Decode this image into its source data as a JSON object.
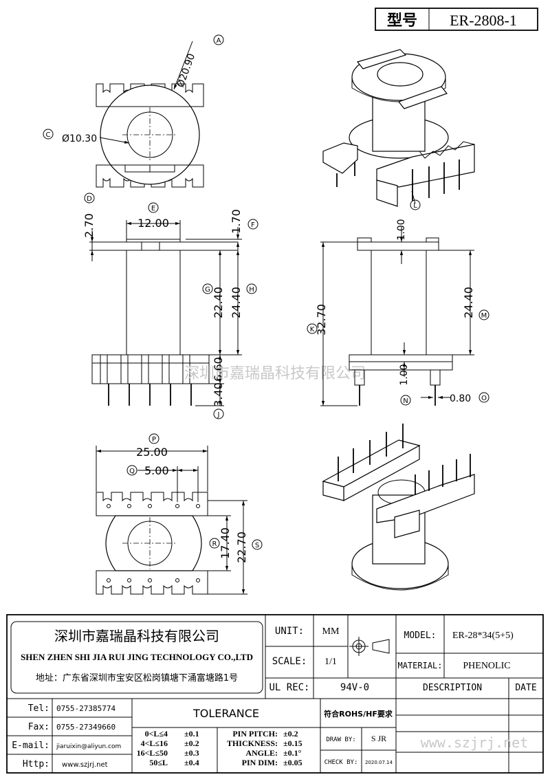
{
  "model_box": {
    "label": "型号",
    "value": "ER-2808-1"
  },
  "view_top": {
    "callout_a": "A",
    "callout_c": "C",
    "dim_outer": "Ø20.90",
    "dim_inner": "Ø10.30"
  },
  "view_front": {
    "callout_d": "D",
    "callout_e": "E",
    "callout_f": "F",
    "callout_g": "G",
    "callout_h": "H",
    "callout_j": "J",
    "dim_d": "2.70",
    "dim_e": "12.00",
    "dim_f": "1.70",
    "dim_g": "22.40",
    "dim_h": "24.40",
    "dim_j1": "6.60",
    "dim_j2": "3.40"
  },
  "view_side": {
    "callout_k": "K",
    "callout_l": "L",
    "callout_m": "M",
    "callout_n": "N",
    "callout_o": "O",
    "dim_k": "32.70",
    "dim_top": "1.00",
    "dim_m": "24.40",
    "dim_n": "1.00",
    "dim_o": "0.80"
  },
  "view_bottom": {
    "callout_p": "P",
    "callout_q": "Q",
    "callout_r": "R",
    "callout_s": "S",
    "dim_p": "25.00",
    "dim_q": "5.00",
    "dim_r": "17.40",
    "dim_s": "22.70"
  },
  "watermark": "深圳市嘉瑞晶科技有限公司",
  "title_block": {
    "company_cn": "深圳市嘉瑞晶科技有限公司",
    "company_en": "SHEN ZHEN SHI   JIA RUI JING   TECHNOLOGY CO.,LTD",
    "address": "地址：广东省深圳市宝安区松岗镇塘下涌富塘路1号",
    "unit_label": "UNIT:",
    "unit_value": "MM",
    "scale_label": "SCALE:",
    "scale_value": "1/1",
    "ul_label": "UL REC:",
    "ul_value": "94V-0",
    "model_label": "MODEL:",
    "model_value": "ER-28*34(5+5)",
    "material_label": "MATERIAL:",
    "material_value": "PHENOLIC",
    "description_label": "DESCRIPTION",
    "date_label": "DATE",
    "tel_label": "Tel:",
    "tel_value": "0755-27385774",
    "fax_label": "Fax:",
    "fax_value": "0755-27349660",
    "email_label": "E-mail:",
    "email_value": "jiaruixin@aliyun.com",
    "http_label": "Http:",
    "http_value": "www.szjrj.net",
    "tolerance_label": "TOLERANCE",
    "tol_rows": [
      {
        "range": "0<L≤4",
        "value": "±0.1"
      },
      {
        "range": "4<L≤16",
        "value": "±0.2"
      },
      {
        "range": "16<L≤50",
        "value": "±0.3"
      },
      {
        "range": "50≤L",
        "value": "±0.4"
      }
    ],
    "spec_rows": [
      {
        "label": "PIN PITCH:",
        "value": "±0.2"
      },
      {
        "label": "THICKNESS:",
        "value": "±0.15"
      },
      {
        "label": "ANGLE:",
        "value": "±0.1°"
      },
      {
        "label": "PIN DIM:",
        "value": "±0.05"
      }
    ],
    "rohs": "符合ROHS/HF要求",
    "draw_label": "DRAW BY:",
    "draw_value": "S JR",
    "check_label": "CHECK BY:",
    "check_value": "2020.07.14",
    "website_watermark": "www.szjrj.net"
  }
}
